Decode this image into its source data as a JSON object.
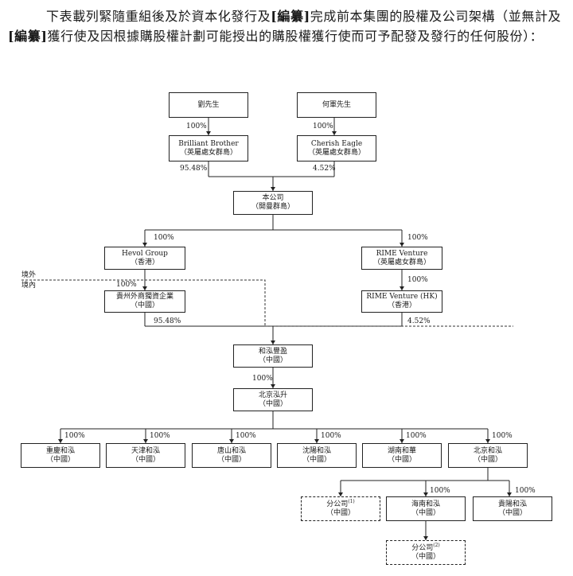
{
  "intro": {
    "part1": "下表載列緊隨重組後及於資本化發行及",
    "redacted1": "[編纂]",
    "part2": "完成前本集團的股權及公司架構（並無計及",
    "redacted2": "[編纂]",
    "part3": "獲行使及因根據購股權計劃可能授出的購股權獲行使而可予配發及發行的任何股份）："
  },
  "regions": {
    "offshore": "境外",
    "onshore": "境內"
  },
  "entities": {
    "liu": {
      "name": "劉先生",
      "sub": ""
    },
    "he": {
      "name": "何軍先生",
      "sub": ""
    },
    "brilliant": {
      "name": "Brilliant Brother",
      "sub": "（英屬處女群島）"
    },
    "cherish": {
      "name": "Cherish Eagle",
      "sub": "（英屬處女群島）"
    },
    "company": {
      "name": "本公司",
      "sub": "（開曼群島）"
    },
    "hevol": {
      "name": "Hevol Group",
      "sub": "（香港）"
    },
    "rime": {
      "name": "RIME Venture",
      "sub": "（英屬處女群島）"
    },
    "guizhou": {
      "name": "貴州外商獨資企業",
      "sub": "（中國）"
    },
    "rimehk": {
      "name": "RIME Venture (HK)",
      "sub": "（香港）"
    },
    "hehongfengying": {
      "name": "和泓豐盈",
      "sub": "（中國）"
    },
    "beijinghongsheng": {
      "name": "北京泓升",
      "sub": "（中國）"
    },
    "chongqing": {
      "name": "重慶和泓",
      "sub": "（中國）"
    },
    "tianjin": {
      "name": "天津和泓",
      "sub": "（中國）"
    },
    "tangshan": {
      "name": "唐山和泓",
      "sub": "（中國）"
    },
    "shenyang": {
      "name": "沈陽和泓",
      "sub": "（中國）"
    },
    "hunan": {
      "name": "湖南和華",
      "sub": "（中國）"
    },
    "beijing": {
      "name": "北京和泓",
      "sub": "（中國）"
    },
    "branch1": {
      "name": "分公司",
      "note": "(1)",
      "sub": "（中國）"
    },
    "hainan": {
      "name": "海南和泓",
      "sub": "（中國）"
    },
    "guiyang": {
      "name": "貴陽和泓",
      "sub": "（中國）"
    },
    "branch2": {
      "name": "分公司",
      "note": "(2)",
      "sub": "（中國）"
    }
  },
  "percentages": {
    "liu_brilliant": "100%",
    "he_cherish": "100%",
    "brilliant_company": "95.48%",
    "cherish_company": "4.52%",
    "company_hevol": "100%",
    "company_rime": "100%",
    "rime_rimehk": "100%",
    "hevol_guizhou": "100%",
    "guizhou_hhfy": "95.48%",
    "rimehk_hhfy": "4.52%",
    "hhfy_bjhs": "100%",
    "bjhs_chongqing": "100%",
    "bjhs_tianjin": "100%",
    "bjhs_tangshan": "100%",
    "bjhs_shenyang": "100%",
    "bjhs_hunan": "100%",
    "bjhs_beijing": "100%",
    "beijing_hainan": "100%",
    "beijing_guiyang": "100%"
  }
}
